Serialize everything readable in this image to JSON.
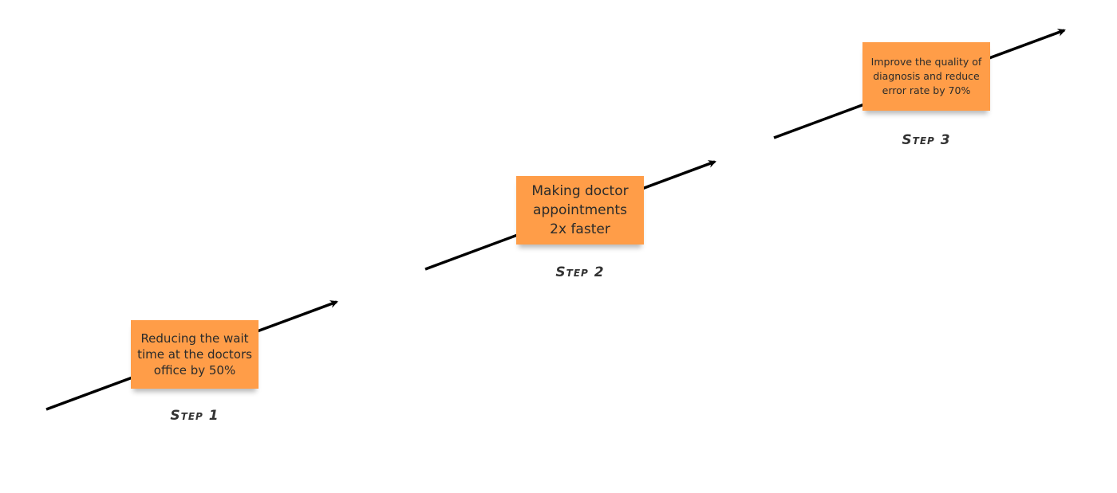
{
  "steps": [
    {
      "note_text": "Reducing the wait time at the doctors office by 50%",
      "label": "Step 1"
    },
    {
      "note_text": "Making doctor appointments 2x faster",
      "label": "Step 2"
    },
    {
      "note_text": "Improve the quality of diagnosis and reduce error rate by 70%",
      "label": "Step 3"
    }
  ],
  "colors": {
    "sticky_note": "#ff9d48",
    "arrow": "#000000",
    "label_text": "#333333"
  }
}
